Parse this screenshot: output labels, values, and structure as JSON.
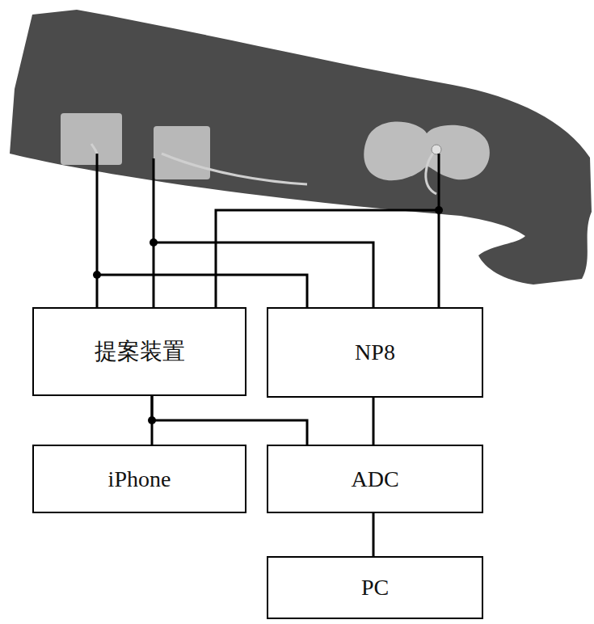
{
  "diagram": {
    "nodes": [
      {
        "text": [
          "提案装置"
        ]
      },
      {
        "text": [
          "NP8"
        ]
      },
      {
        "text": [
          "iPhone"
        ]
      },
      {
        "text": [
          "ADC"
        ]
      },
      {
        "text": [
          "PC"
        ]
      }
    ],
    "edges": [
      {
        "from": 0,
        "to": 2,
        "arrow": "none"
      },
      {
        "from": 0,
        "to": 3,
        "arrow": "none"
      },
      {
        "from": 1,
        "to": 3,
        "arrow": "none"
      },
      {
        "from": 3,
        "to": 4,
        "arrow": "none"
      }
    ]
  }
}
